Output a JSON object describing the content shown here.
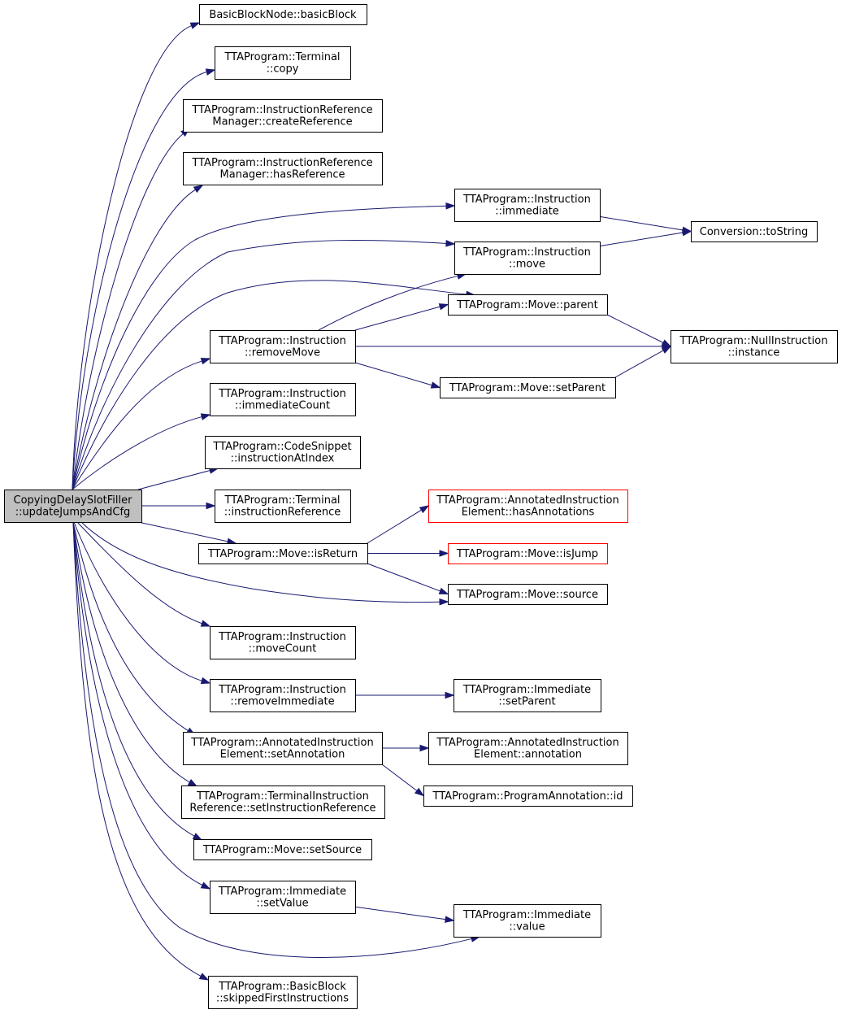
{
  "graph": {
    "edge_color": "#191970",
    "root_fill": "#bfbfbf",
    "missing_border_color": "#ff0000",
    "nodes": {
      "root": {
        "lines": [
          "CopyingDelaySlotFiller",
          "::updateJumpsAndCfg"
        ],
        "style": "root"
      },
      "bbn_basicBlock": {
        "lines": [
          "BasicBlockNode::basicBlock"
        ]
      },
      "term_copy": {
        "lines": [
          "TTAProgram::Terminal",
          "::copy"
        ]
      },
      "irm_create": {
        "lines": [
          "TTAProgram::InstructionReference",
          "Manager::createReference"
        ]
      },
      "irm_has": {
        "lines": [
          "TTAProgram::InstructionReference",
          "Manager::hasReference"
        ]
      },
      "instr_immediate": {
        "lines": [
          "TTAProgram::Instruction",
          "::immediate"
        ]
      },
      "conv_toString": {
        "lines": [
          "Conversion::toString"
        ]
      },
      "instr_move": {
        "lines": [
          "TTAProgram::Instruction",
          "::move"
        ]
      },
      "move_parent": {
        "lines": [
          "TTAProgram::Move::parent"
        ]
      },
      "instr_removeMove": {
        "lines": [
          "TTAProgram::Instruction",
          "::removeMove"
        ]
      },
      "null_instance": {
        "lines": [
          "TTAProgram::NullInstruction",
          "::instance"
        ]
      },
      "move_setParent": {
        "lines": [
          "TTAProgram::Move::setParent"
        ]
      },
      "instr_immediateCount": {
        "lines": [
          "TTAProgram::Instruction",
          "::immediateCount"
        ]
      },
      "cs_instrAtIndex": {
        "lines": [
          "TTAProgram::CodeSnippet",
          "::instructionAtIndex"
        ]
      },
      "term_instrRef": {
        "lines": [
          "TTAProgram::Terminal",
          "::instructionReference"
        ]
      },
      "aie_hasAnnotations": {
        "lines": [
          "TTAProgram::AnnotatedInstruction",
          "Element::hasAnnotations"
        ],
        "style": "red"
      },
      "move_isReturn": {
        "lines": [
          "TTAProgram::Move::isReturn"
        ]
      },
      "move_isJump": {
        "lines": [
          "TTAProgram::Move::isJump"
        ],
        "style": "red"
      },
      "move_source": {
        "lines": [
          "TTAProgram::Move::source"
        ]
      },
      "instr_moveCount": {
        "lines": [
          "TTAProgram::Instruction",
          "::moveCount"
        ]
      },
      "instr_removeImmediate": {
        "lines": [
          "TTAProgram::Instruction",
          "::removeImmediate"
        ]
      },
      "imm_setParent": {
        "lines": [
          "TTAProgram::Immediate",
          "::setParent"
        ]
      },
      "aie_setAnnotation": {
        "lines": [
          "TTAProgram::AnnotatedInstruction",
          "Element::setAnnotation"
        ]
      },
      "aie_annotation": {
        "lines": [
          "TTAProgram::AnnotatedInstruction",
          "Element::annotation"
        ]
      },
      "pa_id": {
        "lines": [
          "TTAProgram::ProgramAnnotation::id"
        ]
      },
      "tir_setInstrRef": {
        "lines": [
          "TTAProgram::TerminalInstruction",
          "Reference::setInstructionReference"
        ]
      },
      "move_setSource": {
        "lines": [
          "TTAProgram::Move::setSource"
        ]
      },
      "imm_setValue": {
        "lines": [
          "TTAProgram::Immediate",
          "::setValue"
        ]
      },
      "imm_value": {
        "lines": [
          "TTAProgram::Immediate",
          "::value"
        ]
      },
      "bb_skipped": {
        "lines": [
          "TTAProgram::BasicBlock",
          "::skippedFirstInstructions"
        ]
      }
    },
    "edges": [
      [
        "root",
        "bbn_basicBlock"
      ],
      [
        "root",
        "term_copy"
      ],
      [
        "root",
        "irm_create"
      ],
      [
        "root",
        "irm_has"
      ],
      [
        "root",
        "instr_immediate"
      ],
      [
        "root",
        "instr_move"
      ],
      [
        "root",
        "move_parent"
      ],
      [
        "root",
        "instr_removeMove"
      ],
      [
        "root",
        "instr_immediateCount"
      ],
      [
        "root",
        "cs_instrAtIndex"
      ],
      [
        "root",
        "term_instrRef"
      ],
      [
        "root",
        "move_isReturn"
      ],
      [
        "root",
        "move_source"
      ],
      [
        "root",
        "instr_moveCount"
      ],
      [
        "root",
        "instr_removeImmediate"
      ],
      [
        "root",
        "aie_setAnnotation"
      ],
      [
        "root",
        "tir_setInstrRef"
      ],
      [
        "root",
        "move_setSource"
      ],
      [
        "root",
        "imm_setValue"
      ],
      [
        "root",
        "imm_value"
      ],
      [
        "root",
        "bb_skipped"
      ],
      [
        "instr_immediate",
        "conv_toString"
      ],
      [
        "instr_move",
        "conv_toString"
      ],
      [
        "move_parent",
        "null_instance"
      ],
      [
        "instr_removeMove",
        "instr_move"
      ],
      [
        "instr_removeMove",
        "move_parent"
      ],
      [
        "instr_removeMove",
        "null_instance"
      ],
      [
        "instr_removeMove",
        "move_setParent"
      ],
      [
        "move_setParent",
        "null_instance"
      ],
      [
        "move_isReturn",
        "aie_hasAnnotations"
      ],
      [
        "move_isReturn",
        "move_isJump"
      ],
      [
        "move_isReturn",
        "move_source"
      ],
      [
        "instr_removeImmediate",
        "imm_setParent"
      ],
      [
        "aie_setAnnotation",
        "aie_annotation"
      ],
      [
        "aie_setAnnotation",
        "pa_id"
      ],
      [
        "imm_setValue",
        "imm_value"
      ]
    ]
  }
}
